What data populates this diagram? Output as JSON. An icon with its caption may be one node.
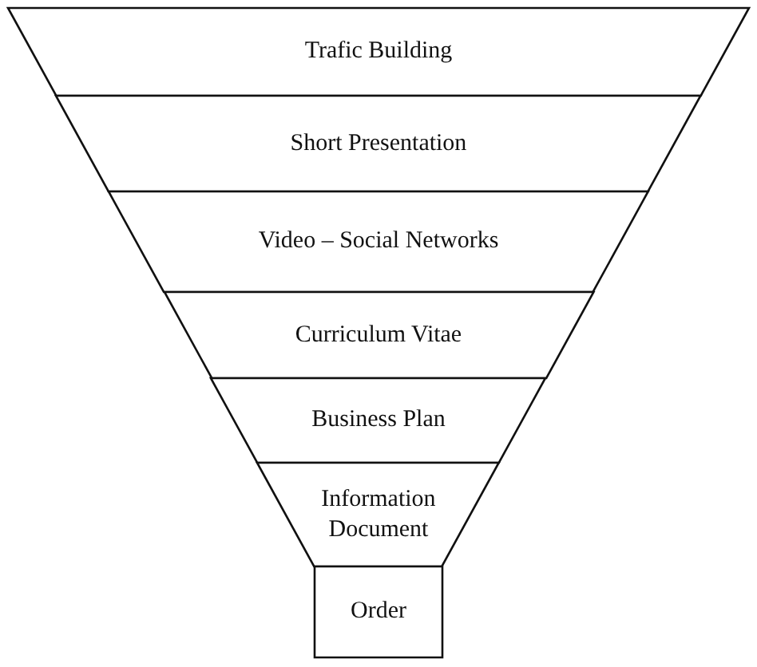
{
  "diagram": {
    "nodes": [
      {
        "text": [
          "Trafic Building"
        ]
      },
      {
        "text": [
          "Short Presentation"
        ]
      },
      {
        "text": [
          "Video – Social Networks"
        ]
      },
      {
        "text": [
          "Curriculum Vitae"
        ]
      },
      {
        "text": [
          "Business Plan"
        ]
      },
      {
        "text": [
          "Information Document"
        ]
      },
      {
        "text": [
          "Order"
        ]
      }
    ]
  }
}
